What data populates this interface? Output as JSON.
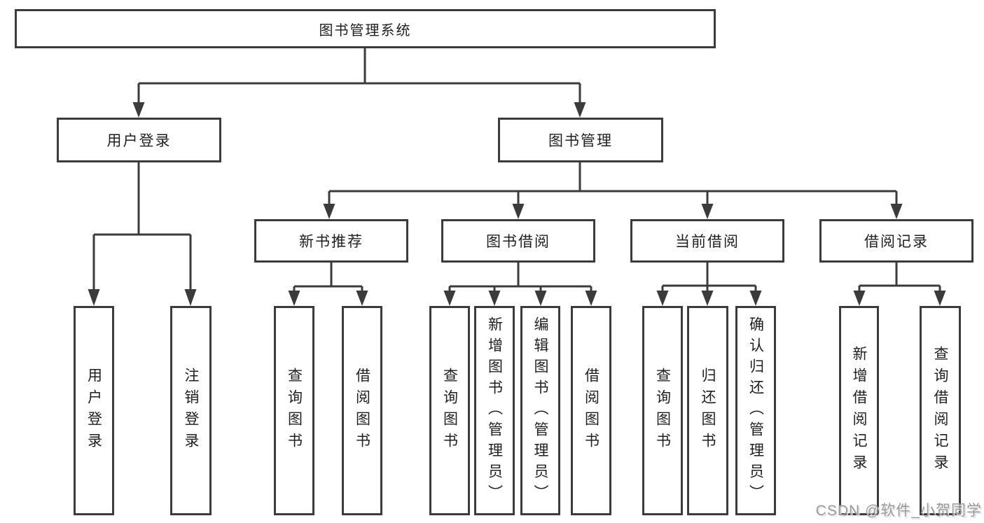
{
  "nodes": {
    "root": "图书管理系统",
    "user_login": "用户登录",
    "book_management": "图书管理",
    "new_book_recommend": "新书推荐",
    "book_borrowing": "图书借阅",
    "current_borrowing": "当前借阅",
    "borrowing_records": "借阅记录",
    "user_login_leaf": "用户登录",
    "logout_leaf": "注销登录",
    "query_books_1": "查询图书",
    "borrow_books_1": "借阅图书",
    "query_books_2": "查询图书",
    "add_books_admin": "新增图书（管理员）",
    "edit_books_admin": "编辑图书（管理员）",
    "borrow_books_2": "借阅图书",
    "query_books_3": "查询图书",
    "return_books": "归还图书",
    "confirm_return_admin": "确认归还（管理员）",
    "add_borrow_record": "新增借阅记录",
    "query_borrow_record": "查询借阅记录"
  },
  "watermark": "CSDN @软件_小贺同学",
  "colors": {
    "line": "#3b3b3b",
    "text": "#1f1f1f",
    "watermark": "#9a9a9a"
  }
}
